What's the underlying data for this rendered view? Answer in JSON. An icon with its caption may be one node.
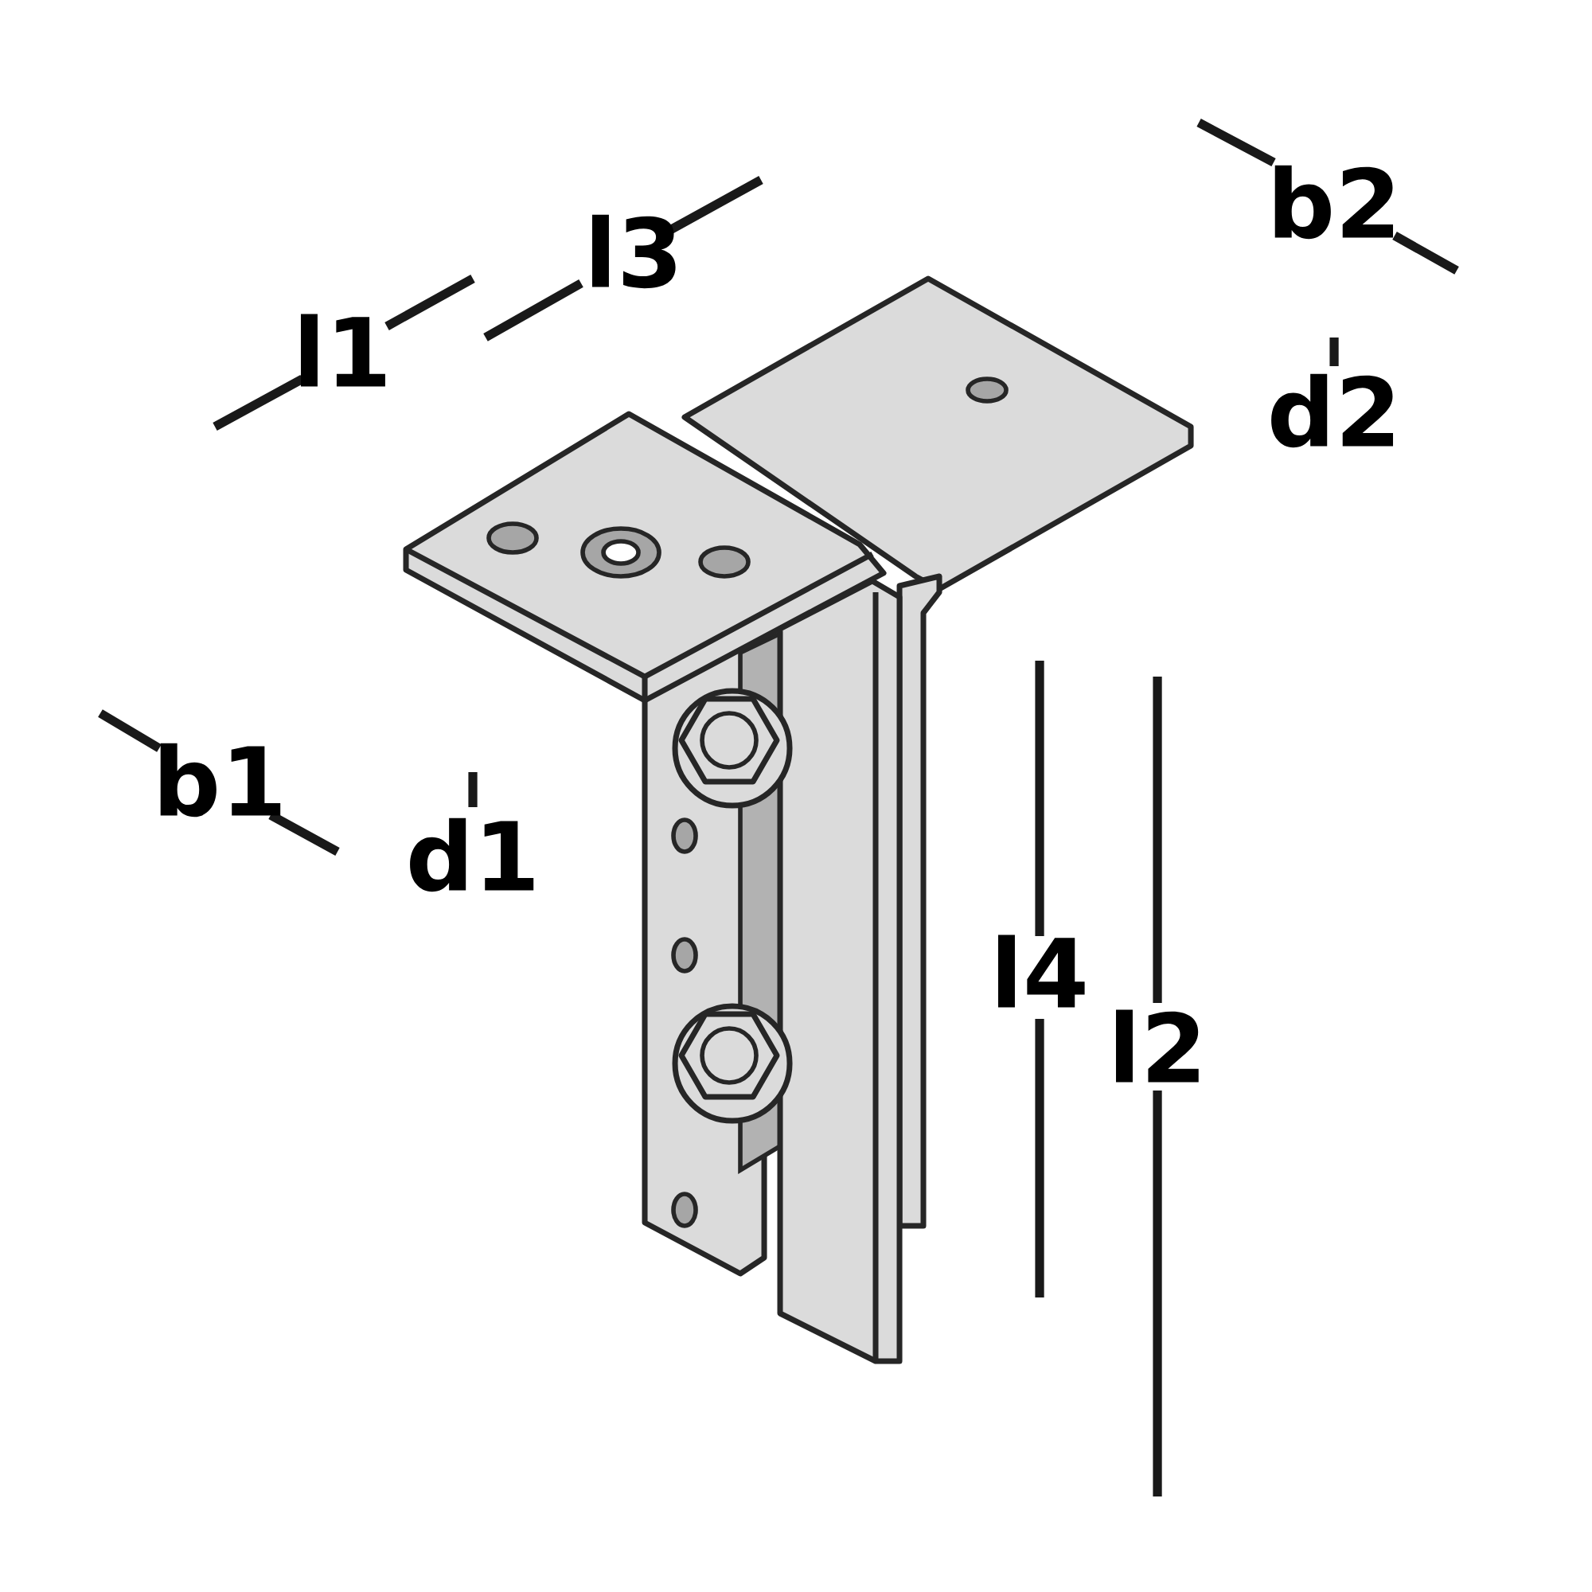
{
  "diagram": {
    "labels": [
      "b2",
      "l3",
      "l1",
      "d2",
      "b1",
      "d1",
      "l4",
      "l2"
    ]
  }
}
